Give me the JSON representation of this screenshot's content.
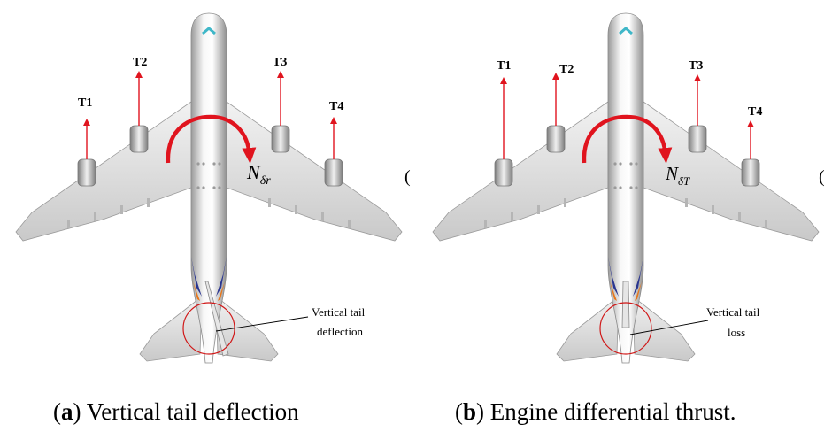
{
  "panel_a": {
    "thrust_labels": [
      "T1",
      "T2",
      "T3",
      "T4"
    ],
    "moment_symbol": "N",
    "moment_subscript": "δr",
    "callout_line1": "Vertical tail",
    "callout_line2": "deflection",
    "caption_tag": "a",
    "caption_text": " Vertical tail deflection"
  },
  "panel_b": {
    "thrust_labels": [
      "T1",
      "T2",
      "T3",
      "T4"
    ],
    "moment_symbol": "N",
    "moment_subscript": "δT",
    "callout_line1": "Vertical tail",
    "callout_line2": "loss",
    "caption_tag": "b",
    "caption_text": " Engine differential thrust."
  },
  "colors": {
    "arrow": "#e0141e",
    "circle": "#d01818",
    "fuselage_stripe": "#2a3590",
    "accent_orange": "#e8761a",
    "nose_accent": "#3fb7c8"
  }
}
